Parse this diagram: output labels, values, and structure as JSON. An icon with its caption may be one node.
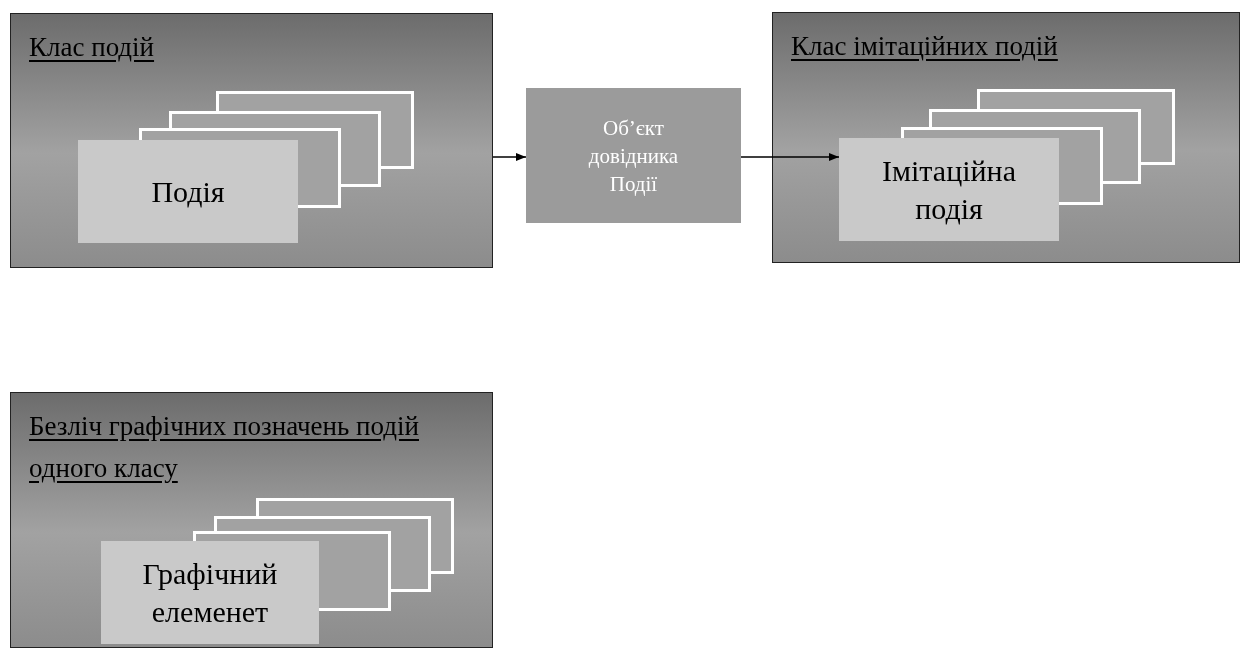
{
  "diagram": {
    "nodes": [
      {
        "text": [
          "Клас подій"
        ]
      },
      {
        "text": [
          "Подія"
        ],
        "in": 0
      },
      {
        "text": [
          "Об’єкт довідника Події"
        ]
      },
      {
        "text": [
          "Клас імітаційних подій"
        ]
      },
      {
        "text": [
          "Імітаційна подія"
        ],
        "in": 3
      },
      {
        "text": [
          "Безліч графічних позначень подій одного класу"
        ]
      },
      {
        "text": [
          "Графічний елеменет"
        ],
        "in": 5
      }
    ],
    "edges": [
      {
        "from": 0,
        "to": 2,
        "arrow": "to"
      },
      {
        "from": 2,
        "to": 4,
        "arrow": "to"
      }
    ]
  }
}
